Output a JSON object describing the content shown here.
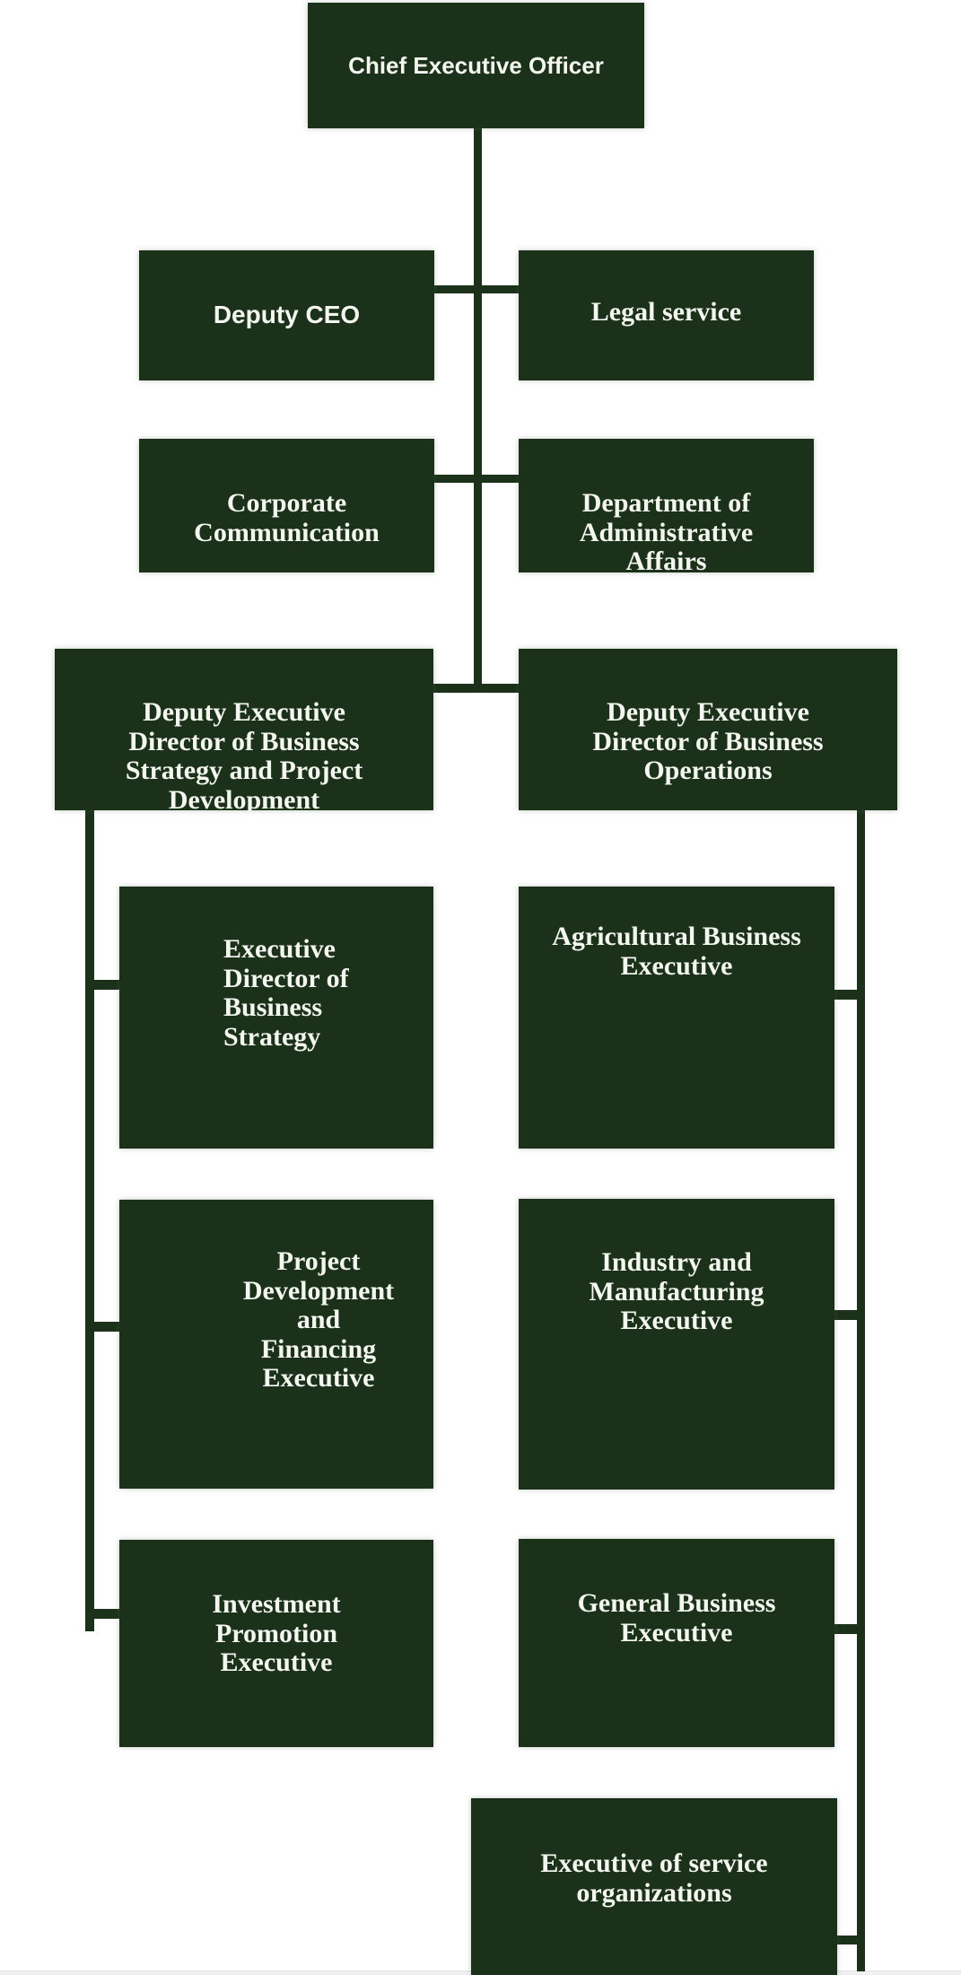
{
  "page": {
    "background_color": "#ffffff",
    "bottom_edge_color": "#eef0f1"
  },
  "org_chart": {
    "node_color": "#1b3119",
    "line_color": "#1b3119",
    "text_color": "#f4f7ef",
    "nodes": {
      "ceo": {
        "label": "Chief Executive Officer"
      },
      "deputy_ceo": {
        "label": "Deputy CEO"
      },
      "legal_service": {
        "label": "Legal service"
      },
      "corporate_communication": {
        "label": "Corporate\nCommunication"
      },
      "administrative_affairs": {
        "label": "Department of\nAdministrative\nAffairs"
      },
      "deputy_exec_strategy": {
        "label": "Deputy Executive\nDirector of Business\nStrategy and Project\nDevelopment"
      },
      "deputy_exec_operations": {
        "label": "Deputy Executive\nDirector of Business\nOperations"
      },
      "exec_dir_business_strategy": {
        "label": "Executive\nDirector of\nBusiness\nStrategy"
      },
      "agricultural_business": {
        "label": "Agricultural Business\nExecutive"
      },
      "project_dev_financing": {
        "label": "Project\nDevelopment\nand\nFinancing\nExecutive"
      },
      "industry_manufacturing": {
        "label": "Industry and\nManufacturing\nExecutive"
      },
      "investment_promotion": {
        "label": "Investment\nPromotion\nExecutive"
      },
      "general_business": {
        "label": "General Business\nExecutive"
      },
      "service_organizations": {
        "label": "Executive of service\norganizations"
      }
    }
  }
}
